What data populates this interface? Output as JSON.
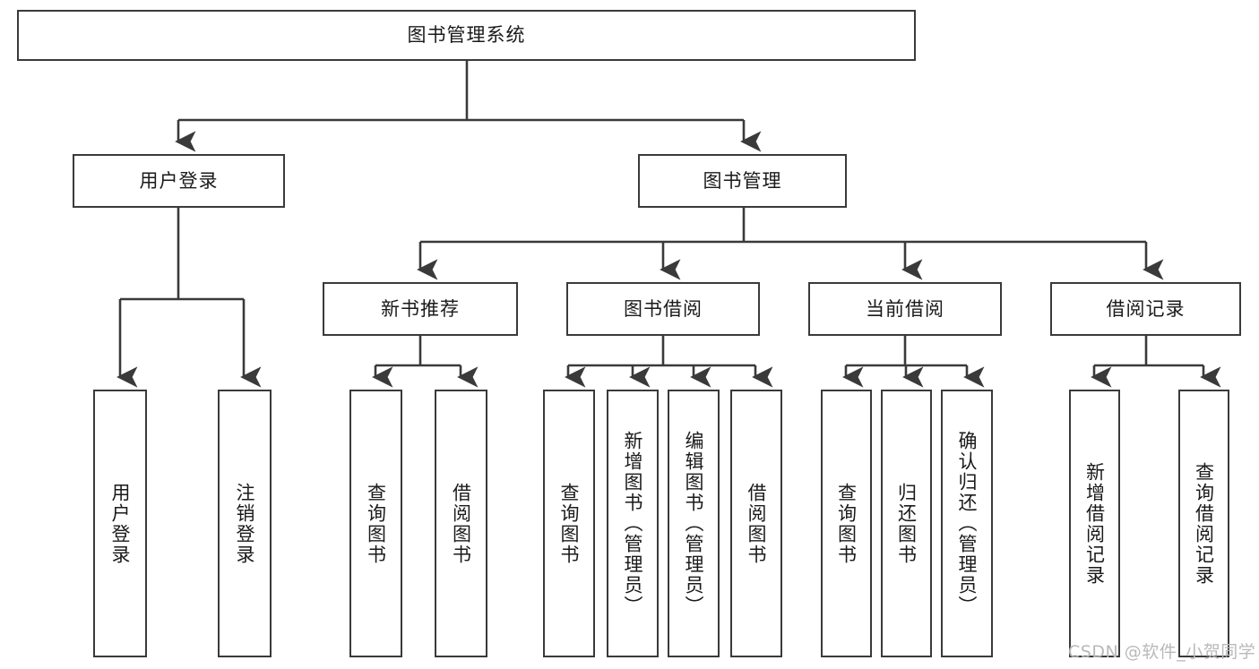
{
  "diagram": {
    "type": "tree",
    "title": "图书管理系统",
    "watermark": "CSDN @软件_小贺同学",
    "colors": {
      "stroke": "#3a3a3a",
      "text": "#1a1a1a",
      "background": "#ffffff",
      "watermark": "#b9b9b9"
    },
    "root": {
      "label": "图书管理系统"
    },
    "level2": [
      {
        "label": "用户登录"
      },
      {
        "label": "图书管理"
      }
    ],
    "level3": [
      {
        "label": "新书推荐"
      },
      {
        "label": "图书借阅"
      },
      {
        "label": "当前借阅"
      },
      {
        "label": "借阅记录"
      }
    ],
    "leaves": {
      "user_login": [
        {
          "label": "用户登录"
        },
        {
          "label": "注销登录"
        }
      ],
      "new_book": [
        {
          "label": "查询图书"
        },
        {
          "label": "借阅图书"
        }
      ],
      "book_borrow": [
        {
          "label": "查询图书"
        },
        {
          "label": "新增图书（管理员）"
        },
        {
          "label": "编辑图书（管理员）"
        },
        {
          "label": "借阅图书"
        }
      ],
      "current_borrow": [
        {
          "label": "查询图书"
        },
        {
          "label": "归还图书"
        },
        {
          "label": "确认归还（管理员）"
        }
      ],
      "borrow_record": [
        {
          "label": "新增借阅记录"
        },
        {
          "label": "查询借阅记录"
        }
      ]
    }
  }
}
